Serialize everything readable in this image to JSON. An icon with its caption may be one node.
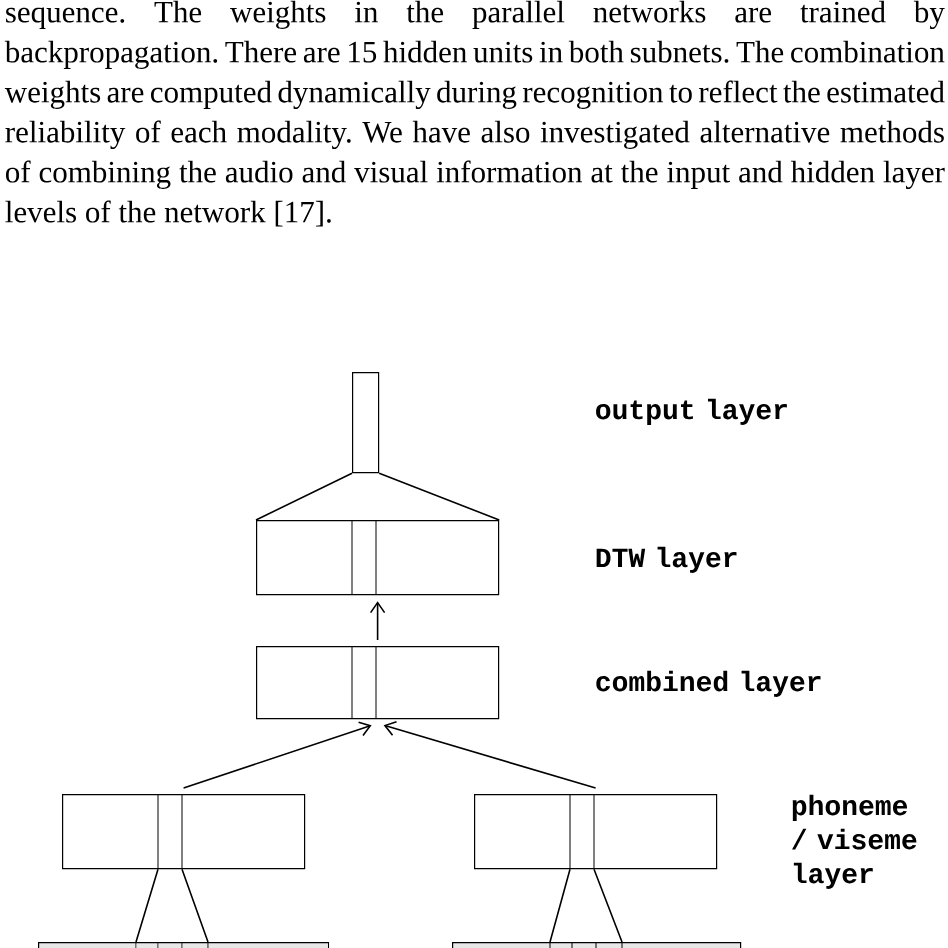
{
  "diagram": {
    "nodes": [
      {
        "text": [],
        "shape": "box"
      },
      {
        "text": [],
        "shape": "box"
      },
      {
        "text": [],
        "shape": "box"
      },
      {
        "text": [],
        "shape": "box"
      },
      {
        "text": [],
        "shape": "box"
      },
      {
        "text": [],
        "shape": "box"
      },
      {
        "text": [],
        "shape": "box"
      }
    ],
    "edges": [
      {
        "from": 1,
        "to": 0,
        "arrow": "none"
      },
      {
        "from": 2,
        "to": 1,
        "arrow": "to"
      },
      {
        "from": 3,
        "to": 2,
        "arrow": "to"
      },
      {
        "from": 4,
        "to": 2,
        "arrow": "to"
      },
      {
        "from": 5,
        "to": 3,
        "arrow": "none"
      },
      {
        "from": 6,
        "to": 4,
        "arrow": "none"
      }
    ],
    "labels": [
      "sequence. The weights in the parallel networks are trained by backpropagation. There are 15 hidden units in both subnets. The combination weights are computed dynamically during recognition to reflect the estimated reliability of each modality. We have also investigated alternative methods of combining the audio and visual information at the input and hidden layer levels of the network [17].",
      "output layer",
      "DTW layer",
      "combined layer",
      "phoneme / viseme layer"
    ]
  }
}
